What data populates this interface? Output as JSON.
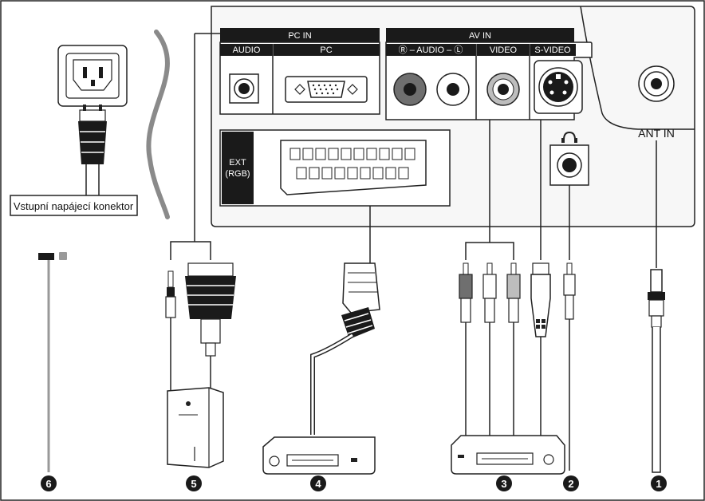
{
  "panel": {
    "pc_in": "PC IN",
    "audio": "AUDIO",
    "pc": "PC",
    "av_in": "AV IN",
    "audio_rl": "Ⓡ – AUDIO – Ⓛ",
    "video": "VIDEO",
    "svideo": "S-VIDEO",
    "ext_line1": "EXT",
    "ext_line2": "(RGB)",
    "ant_in": "ANT IN"
  },
  "power": {
    "label": "Vstupní napájecí konektor"
  },
  "badges": {
    "b1": "1",
    "b2": "2",
    "b3": "3",
    "b4": "4",
    "b5": "5",
    "b6": "6"
  },
  "colors": {
    "stroke": "#222222",
    "panel_fill": "#f7f7f7",
    "header": "#1a1a1a",
    "cable": "#555555",
    "gray_jack": "#6f6f6f"
  }
}
